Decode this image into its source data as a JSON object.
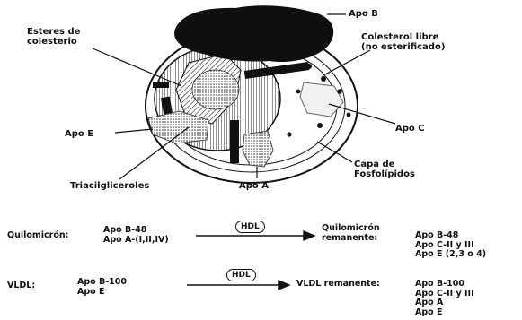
{
  "diagram": {
    "labels": {
      "apo_b": "Apo B",
      "esteres": [
        "Esteres de",
        "colesterio"
      ],
      "colesterol_libre": [
        "Colesterol libre",
        "(no esterificado)"
      ],
      "apo_c": "Apo C",
      "apo_e": "Apo E",
      "capa": [
        "Capa de",
        "Fosfolípidos"
      ],
      "triacilgliceroles": "Triacilgliceroles",
      "apo_a": "Apo A"
    }
  },
  "pathways": [
    {
      "name": "Quilomicrón:",
      "apos": [
        "Apo B-48",
        "Apo A-(I,II,IV)"
      ],
      "arrow_label": "HDL",
      "result_name": [
        "Quilomicrón",
        "remanente:"
      ],
      "result_apos": [
        "Apo B-48",
        "Apo C-II y III",
        "Apo E (2,3 o 4)"
      ]
    },
    {
      "name": "VLDL:",
      "apos": [
        "Apo B-100",
        "Apo E"
      ],
      "arrow_label": "HDL",
      "result_name": [
        "VLDL remanente:"
      ],
      "result_apos": [
        "Apo B-100",
        "Apo C-II y III",
        "Apo A",
        "Apo E"
      ]
    }
  ]
}
